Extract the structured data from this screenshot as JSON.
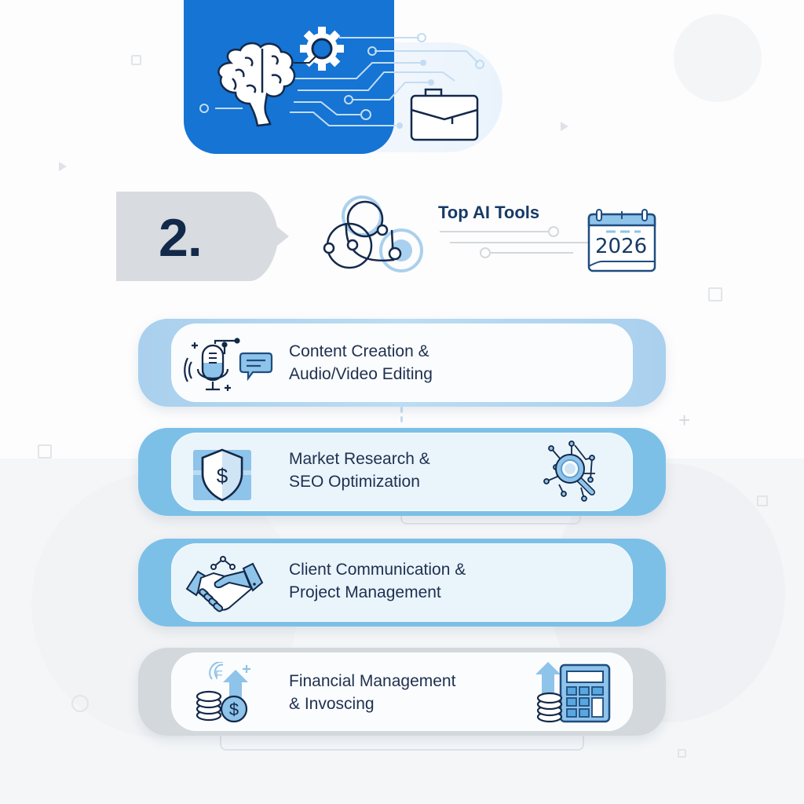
{
  "header": {
    "section_number": "2.",
    "title": "Top AI Tools",
    "year": "2026"
  },
  "hero": {
    "icons": [
      "brain-icon",
      "gear-icon",
      "circuit-lines",
      "briefcase-icon"
    ]
  },
  "categories": [
    {
      "line1": "Content Creation &",
      "line2": "Audio/Video Editing",
      "left_icon": "microphone-chat-icon",
      "right_icon": null
    },
    {
      "line1": "Market Research &",
      "line2": "SEO Optimization",
      "left_icon": "shield-dollar-icon",
      "right_icon": "network-magnifier-icon"
    },
    {
      "line1": "Client Communication &",
      "line2": "Project Management",
      "left_icon": "handshake-icon",
      "right_icon": null
    },
    {
      "line1": "Financial Management",
      "line2": "& Invoscing",
      "left_icon": "coins-dollar-growth-icon",
      "right_icon": "calculator-coins-icon"
    }
  ],
  "colors": {
    "primary_blue": "#1574d4",
    "light_blue": "#7cc0e8",
    "pale_blue": "#a9d0ee",
    "navy_text": "#13294a",
    "gray_tab": "#d8dce0"
  }
}
